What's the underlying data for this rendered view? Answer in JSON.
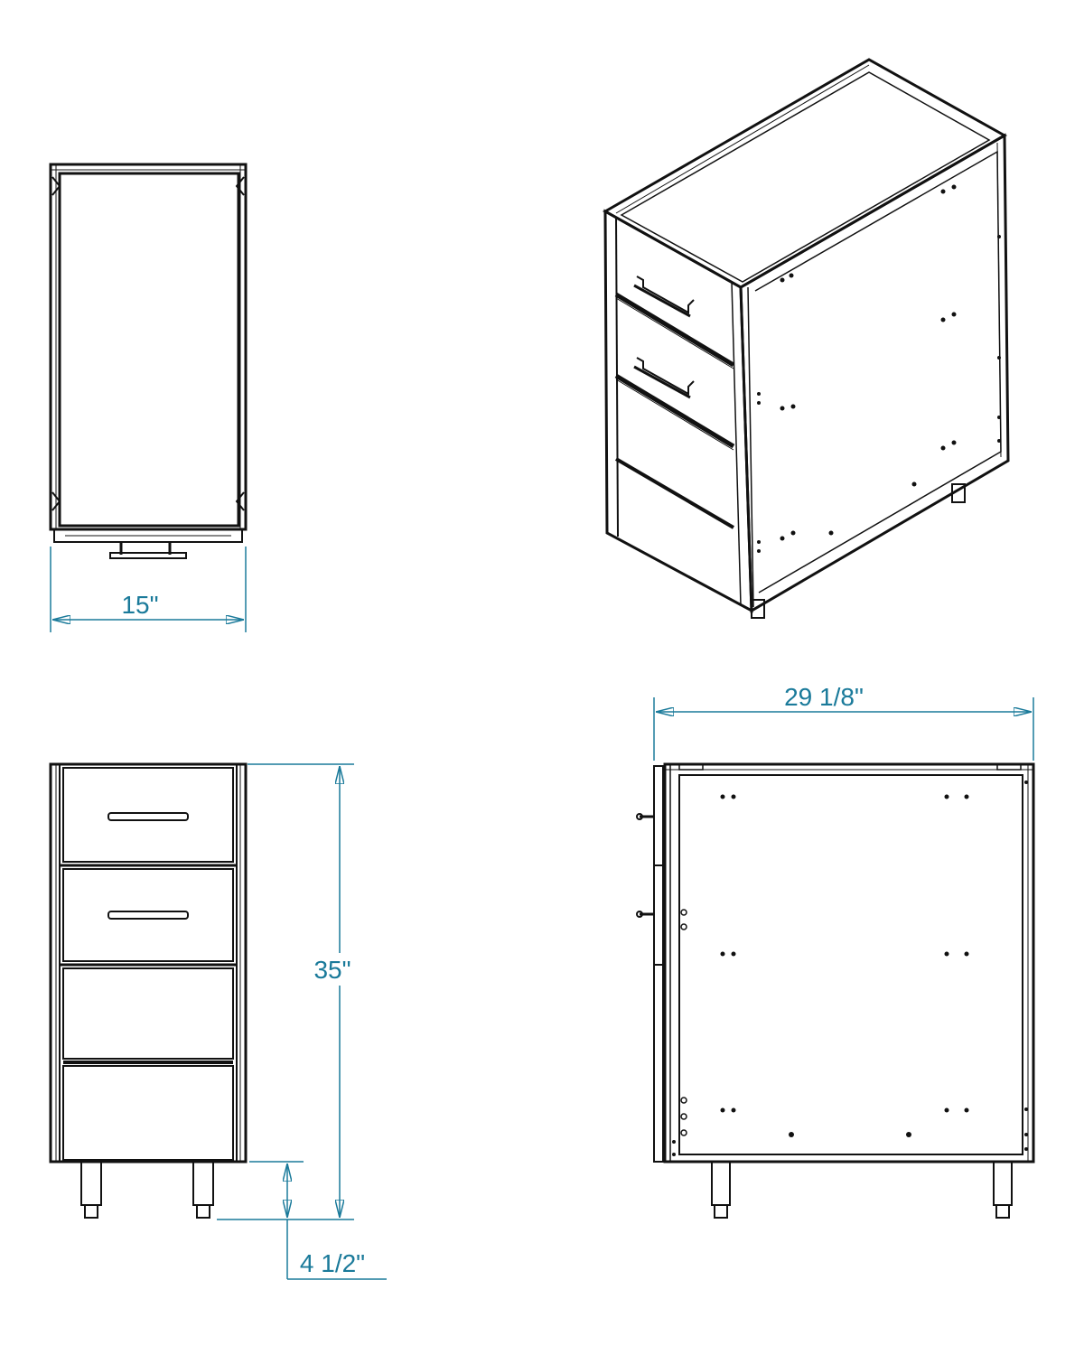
{
  "dimensions": {
    "width": "15\"",
    "depth": "29 1/8\"",
    "height": "35\"",
    "leg_height": "4 1/2\""
  },
  "colors": {
    "dimension_color": "#1a7a9a",
    "line_color": "#111111"
  },
  "views": [
    "top-view",
    "isometric-view",
    "front-view",
    "side-view"
  ]
}
